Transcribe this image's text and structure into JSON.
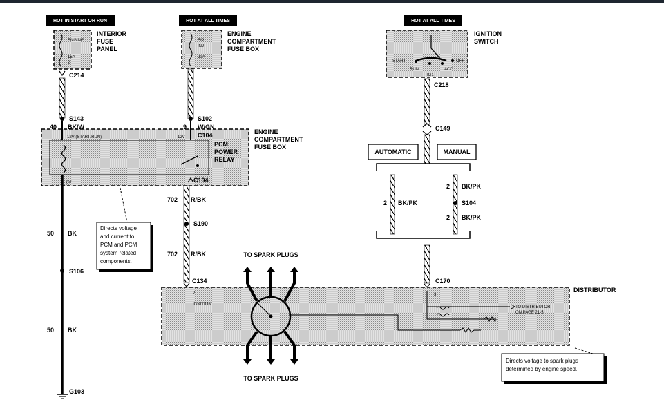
{
  "window": {
    "topbar_color": "#1e2630"
  },
  "colors": {
    "shade": "#d9d9d9",
    "ink": "#000000",
    "paper": "#ffffff"
  },
  "headers": {
    "hot_start_run": "HOT IN START OR RUN",
    "hot_all_times_1": "HOT AT ALL TIMES",
    "hot_all_times_2": "HOT AT ALL TIMES"
  },
  "interior_fuse_panel": {
    "title": [
      "INTERIOR",
      "FUSE",
      "PANEL"
    ],
    "fuse_name": "ENGINE",
    "fuse_rating": "15A",
    "fuse_num": "2"
  },
  "engine_fuse_box_top": {
    "title": [
      "ENGINE",
      "COMPARTMENT",
      "FUSE BOX"
    ],
    "fuse_name": [
      "F/P",
      "INJ"
    ],
    "fuse_rating": "20A"
  },
  "ignition_switch": {
    "title": [
      "IGNITION",
      "SWITCH"
    ],
    "positions": {
      "start": "START",
      "run": "RUN",
      "ig1": "IG1",
      "acc": "ACC",
      "off": "OFF"
    }
  },
  "left_circuit": {
    "c214": "C214",
    "s143": "S143",
    "circuit": "40",
    "color": "BK/W",
    "wire2_circuit": "50",
    "wire2_color": "BK",
    "s106": "S106",
    "wire3_circuit": "50",
    "wire3_color": "BK",
    "ground": "G103"
  },
  "middle_circuit": {
    "s102": "S102",
    "circuit": "9",
    "color": "W/GN",
    "c104_top": "C104",
    "c104_bottom": "C104",
    "wire_circuit_1": "702",
    "wire_color_1": "R/BK",
    "s190": "S190",
    "wire_circuit_2": "702",
    "wire_color_2": "R/BK",
    "c134": "C134"
  },
  "engine_fuse_box_relay": {
    "title": [
      "ENGINE",
      "COMPARTMENT",
      "FUSE BOX"
    ],
    "relay_label": [
      "PCM",
      "POWER",
      "RELAY"
    ],
    "inner_12v_start_run": "12V (START/RUN)",
    "inner_12v": "12V",
    "inner_0v": "0V"
  },
  "right_circuit": {
    "c218": "C218",
    "c149": "C149",
    "automatic": "AUTOMATIC",
    "manual": "MANUAL",
    "auto_wire": "2",
    "auto_color": "BK/PK",
    "man_wire_1": "2",
    "man_color_1": "BK/PK",
    "s104": "S104",
    "man_wire_2": "2",
    "man_color_2": "BK/PK",
    "c170": "C170"
  },
  "spark_plugs": {
    "top": "TO SPARK PLUGS",
    "bottom": "TO SPARK PLUGS"
  },
  "distributor": {
    "title": "DISTRIBUTOR",
    "pin_c134": "2",
    "ignition": "IGNITION",
    "pin_c170": "3",
    "to_distributor": [
      "TO DISTRIBUTOR",
      "ON PAGE 21-5"
    ]
  },
  "notes": {
    "pcm": [
      "Directs voltage",
      "and current to",
      "PCM and PCM",
      "system related",
      "components."
    ],
    "distributor": [
      "Directs voltage to spark plugs",
      "determined by engine speed."
    ]
  }
}
